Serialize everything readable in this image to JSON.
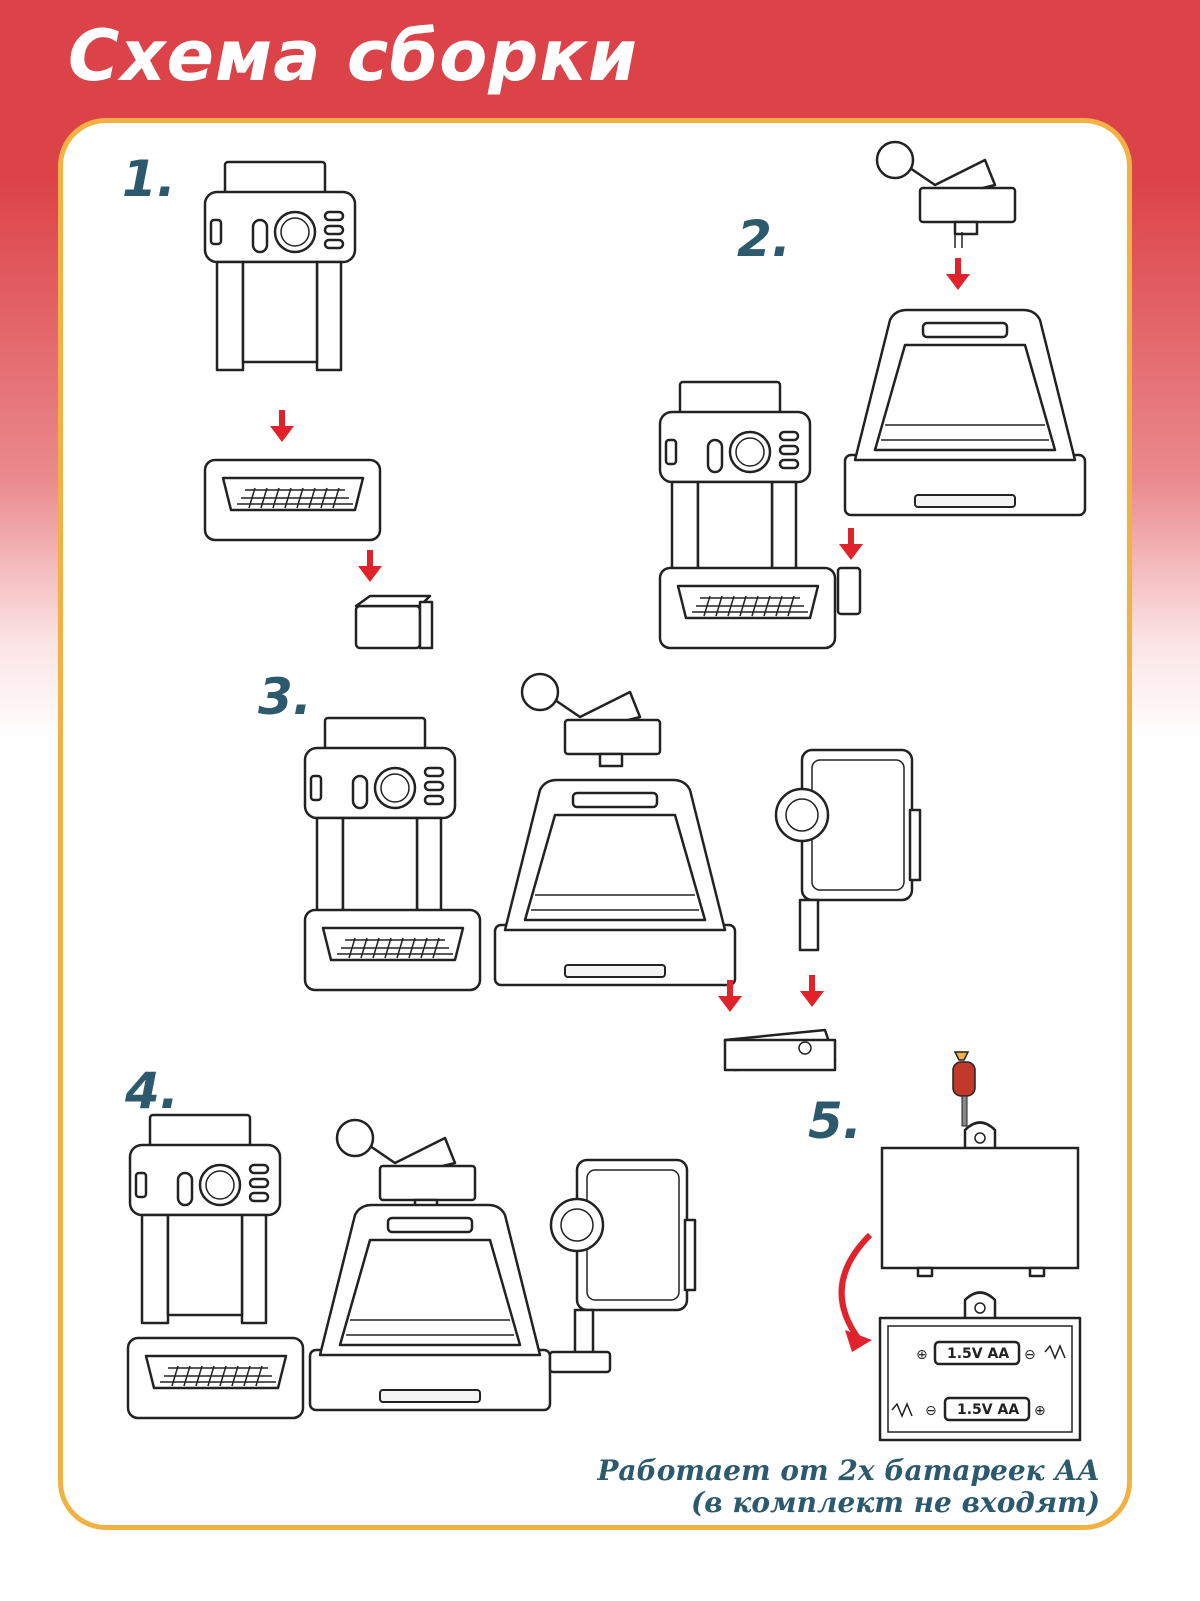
{
  "header": {
    "title": "Схема сборки"
  },
  "steps": [
    {
      "number": "1."
    },
    {
      "number": "2."
    },
    {
      "number": "3."
    },
    {
      "number": "4."
    },
    {
      "number": "5."
    }
  ],
  "battery": {
    "label_top": "1.5V AA",
    "label_bottom": "1.5V AA"
  },
  "note": {
    "line1": "Работает от 2х батареек АА",
    "line2": "(в комплект не входят)"
  },
  "colors": {
    "header_red": "#dc4348",
    "card_border": "#f2b243",
    "text_teal": "#2c5a6c",
    "arrow_red": "#e1222a"
  }
}
